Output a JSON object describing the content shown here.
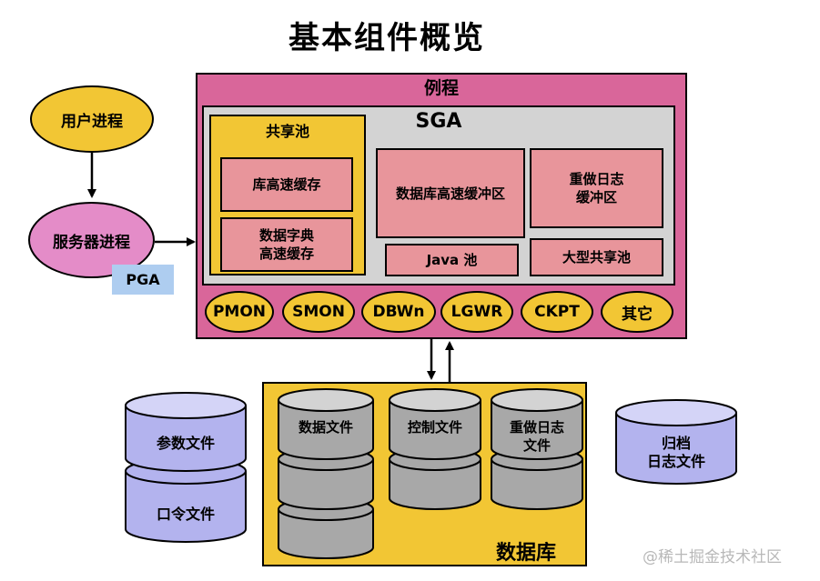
{
  "title": "基本组件概览",
  "instance": {
    "label": "例程",
    "sga": {
      "label": "SGA",
      "shared_pool": {
        "label": "共享池",
        "library_cache": "库高速缓存",
        "dict_cache_line1": "数据字典",
        "dict_cache_line2": "高速缓存"
      },
      "db_buffer_cache": "数据库高速缓冲区",
      "redo_buffer_line1": "重做日志",
      "redo_buffer_line2": "缓冲区",
      "java_pool": "Java 池",
      "large_pool": "大型共享池"
    },
    "background_processes": [
      "PMON",
      "SMON",
      "DBWn",
      "LGWR",
      "CKPT",
      "其它"
    ]
  },
  "user_process": "用户进程",
  "server_process": "服务器进程",
  "pga": "PGA",
  "database": {
    "label": "数据库",
    "data_files": "数据文件",
    "control_files": "控制文件",
    "redo_files_line1": "重做日志",
    "redo_files_line2": "文件"
  },
  "param_file": "参数文件",
  "password_file": "口令文件",
  "archive_line1": "归档",
  "archive_line2": "日志文件",
  "watermark": "@稀土掘金技术社区",
  "colors": {
    "instance_pink": "#d9669a",
    "sga_gray": "#d3d3d3",
    "yellow": "#f2c634",
    "salmon": "#e8959b",
    "process_pink": "#e48cc8",
    "cylinder_purple": "#b3b3ee",
    "cylinder_gray": "#a8a8a8",
    "pga_blue": "#aecdf0"
  }
}
